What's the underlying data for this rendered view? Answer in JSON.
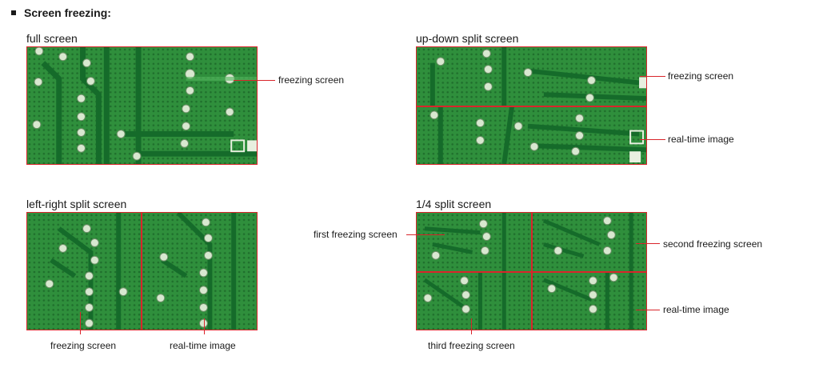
{
  "heading": "Screen freezing:",
  "panels": {
    "full": {
      "caption": "full screen",
      "label": "freezing screen"
    },
    "updown": {
      "caption": "up-down split screen",
      "top_label": "freezing screen",
      "bottom_label": "real-time image"
    },
    "leftright": {
      "caption": "left-right split screen",
      "left_label": "freezing screen",
      "right_label": "real-time image"
    },
    "quarter": {
      "caption": "1/4 split screen",
      "first_label": "first freezing screen",
      "second_label": "second freezing screen",
      "third_label": "third freezing screen",
      "realtime_label": "real-time image"
    }
  },
  "colors": {
    "frame": "#d9252b",
    "board": "#2f8f3c",
    "trace": "#156b2a",
    "pad": "#d8e8d0"
  }
}
